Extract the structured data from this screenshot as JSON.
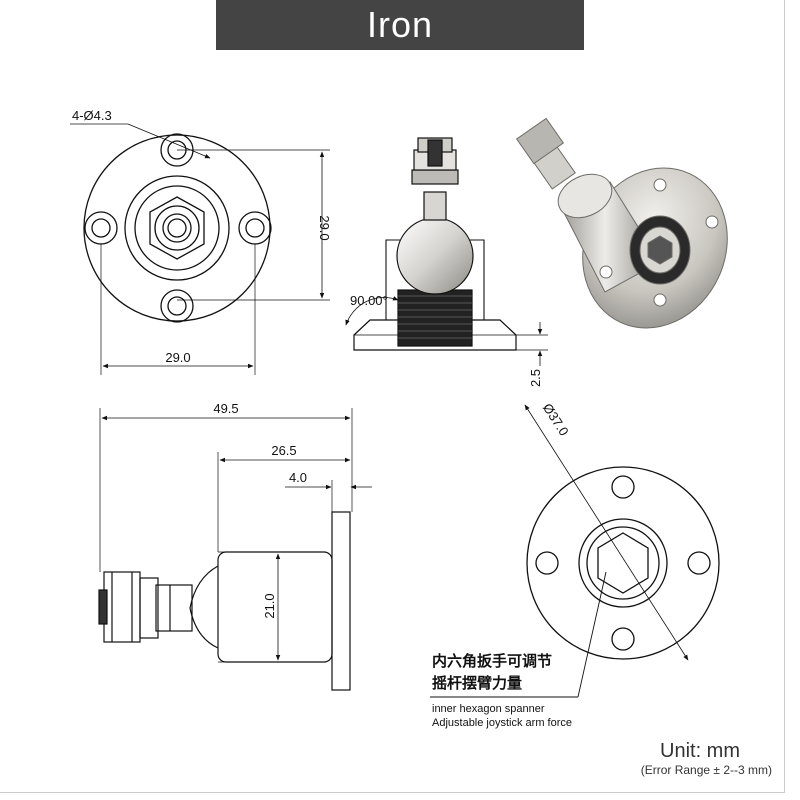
{
  "title": "Iron",
  "dimensions": {
    "holes": "4-Ø4.3",
    "top_height": "29.0",
    "top_width": "29.0",
    "angle": "90.00°",
    "flange_thickness": "2.5",
    "overall_length": "49.5",
    "body_length": "26.5",
    "flange_depth": "4.0",
    "body_diameter": "21.0",
    "flange_diameter": "Ø37.0"
  },
  "annotation": {
    "cn_line1": "内六角扳手可调节",
    "cn_line2": "摇杆摆臂力量",
    "en_line1": "inner hexagon spanner",
    "en_line2": "Adjustable joystick arm force"
  },
  "unit": {
    "label": "Unit:  mm",
    "error": "(Error Range ± 2--3 mm)"
  },
  "colors": {
    "title_bg": "#444444",
    "line": "#111111",
    "metal": "#c9c6c0"
  }
}
